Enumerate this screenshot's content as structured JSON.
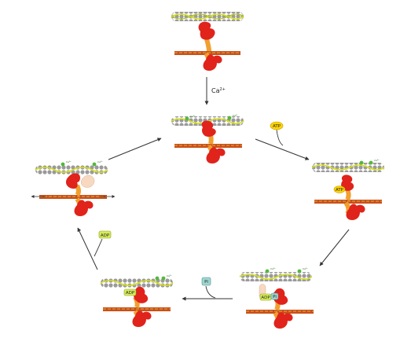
{
  "labels": {
    "calcium": "Ca",
    "calcium_charge": "2+",
    "atp": "ATP",
    "adp": "ADP",
    "pi": "Pi",
    "ca_small": "Ca²⁺"
  },
  "colors": {
    "myosin_head": "#e0231b",
    "myosin_neck": "#f0a030",
    "thick_filament_a": "#c8501a",
    "thick_filament_b": "#e08a30",
    "actin_bead": "#9a9a9a",
    "actin_stripe": "#d8e21a",
    "troponin": "#55b83a",
    "atp_chip": "#ffd400",
    "adp_chip": "#d8ec5a",
    "pi_chip": "#9fd6d0",
    "arrow": "#333333"
  },
  "icons": {
    "state_1": "myosin-rest-icon",
    "state_2": "calcium-bound-icon",
    "state_3": "atp-bound-icon",
    "state_4": "adp-pi-bound-icon",
    "state_5": "power-stroke-icon"
  }
}
